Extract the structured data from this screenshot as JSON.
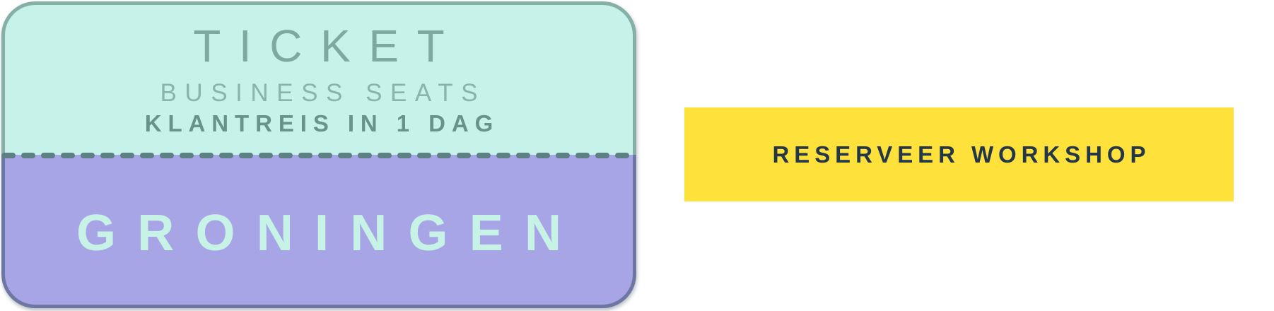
{
  "ticket": {
    "title": "TICKET",
    "category": "BUSINESS SEATS",
    "workshop": "KLANTREIS IN 1 DAG",
    "city": "GRONINGEN"
  },
  "button": {
    "label": "RESERVEER WORKSHOP"
  },
  "colors": {
    "mint-bg": "#c6f2e9",
    "purple-bg": "#a8a5e6",
    "teal-border": "#85afa7",
    "purple-border": "#6e77a3",
    "dash": "#5c8084",
    "ticket-text": "#7da9a1",
    "subtitle-text": "#8ab3ab",
    "subtitle2-text": "#679389",
    "city-text": "#c7f2e6",
    "button-bg": "#ffe13c",
    "button-text": "#243746"
  }
}
